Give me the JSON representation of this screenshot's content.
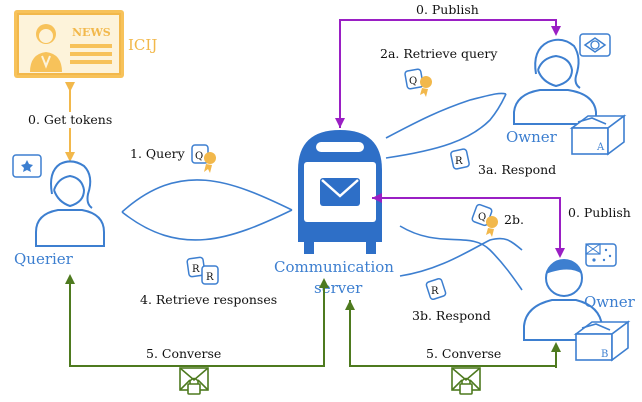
{
  "nodes": {
    "icij": "ICIJ",
    "news": "NEWS",
    "querier": "Querier",
    "server_line1": "Communication",
    "server_line2": "server",
    "owner_a": "Owner",
    "owner_b": "Owner",
    "box_a_letter": "A",
    "box_b_letter": "B"
  },
  "edges": {
    "get_tokens": "0. Get tokens",
    "publish_top": "0. Publish",
    "publish_right": "0. Publish",
    "query": "1. Query",
    "retrieve_query": "2a. Retrieve query",
    "respond_3a": "3a. Respond",
    "step_2b": "2b.",
    "respond_3b": "3b. Respond",
    "retrieve_responses": "4. Retrieve responses",
    "converse_left": "5. Converse",
    "converse_right": "5. Converse"
  },
  "tokens": {
    "query_letter": "Q",
    "response_letter": "R"
  },
  "colors": {
    "blue": "#3d7fd0",
    "orange": "#f2b84b",
    "purple": "#9a1fc4",
    "green": "#4e7a1f"
  }
}
